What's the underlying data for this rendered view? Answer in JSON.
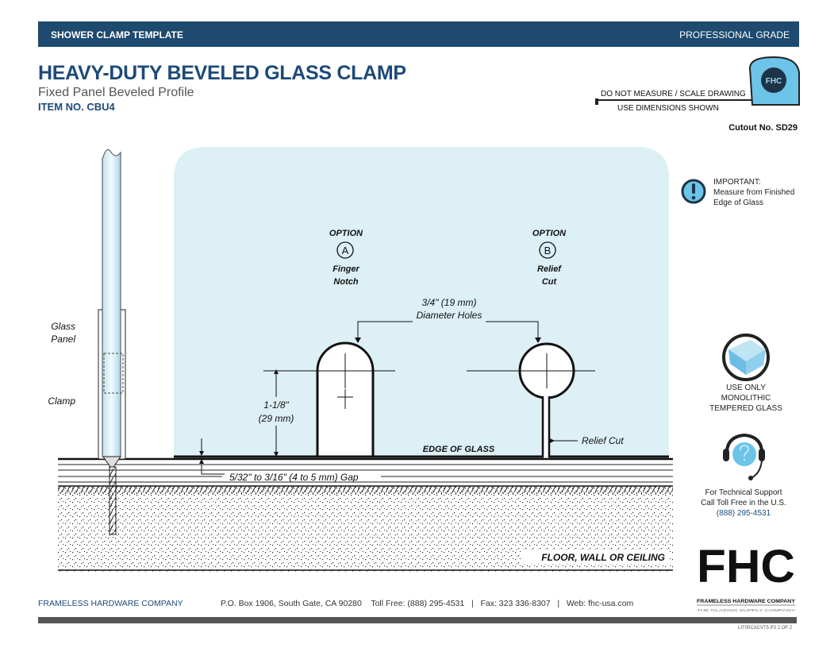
{
  "header": {
    "left": "SHOWER CLAMP TEMPLATE",
    "right": "PROFESSIONAL GRADE"
  },
  "title": "HEAVY-DUTY BEVELED GLASS CLAMP",
  "subtitle": "Fixed Panel Beveled Profile",
  "item_no": "ITEM NO. CBU4",
  "measure_note": {
    "line1": "DO NOT MEASURE / SCALE DRAWING",
    "line2": "USE DIMENSIONS SHOWN",
    "tape_logo": "FHC"
  },
  "cutout_no": "Cutout No. SD29",
  "important": {
    "line1": "IMPORTANT:",
    "line2": "Measure from Finished",
    "line3": "Edge of Glass"
  },
  "glass_note": {
    "line1": "USE ONLY",
    "line2": "MONOLITHIC",
    "line3": "TEMPERED GLASS"
  },
  "support": {
    "line1": "For Technical Support",
    "line2": "Call Toll Free in the U.S.",
    "phone": "(888) 295-4531"
  },
  "drawing": {
    "option_a": {
      "label": "OPTION",
      "letter": "A",
      "name1": "Finger",
      "name2": "Notch"
    },
    "option_b": {
      "label": "OPTION",
      "letter": "B",
      "name1": "Relief",
      "name2": "Cut"
    },
    "holes1": "3/4\" (19 mm)",
    "holes2": "Diameter Holes",
    "height1": "1-1/8\"",
    "height2": "(29 mm)",
    "glass_panel1": "Glass",
    "glass_panel2": "Panel",
    "clamp": "Clamp",
    "edge": "EDGE OF GLASS",
    "relief": "Relief Cut",
    "gap": "5/32\" to 3/16\" (4 to 5 mm) Gap",
    "floor": "FLOOR, WALL OR CEILING"
  },
  "logo": {
    "text": "FHC",
    "sub1": "FRAMELESS HARDWARE COMPANY",
    "sub2": "THE GLAZING SUPPLY COMPANY"
  },
  "footer": {
    "company": "FRAMELESS HARDWARE COMPANY",
    "info": "P.O. Box 1906, South Gate, CA 90280    Toll Free: (888) 295-4531   |   Fax: 323 336-8307   |   Web: fhc-usa.com",
    "doc_code": "LIT00CACVT5 P3 2 OF 2"
  },
  "colors": {
    "navy": "#1d4a6e",
    "glass": "#dcf0f5",
    "accent": "#6cc4e8"
  }
}
